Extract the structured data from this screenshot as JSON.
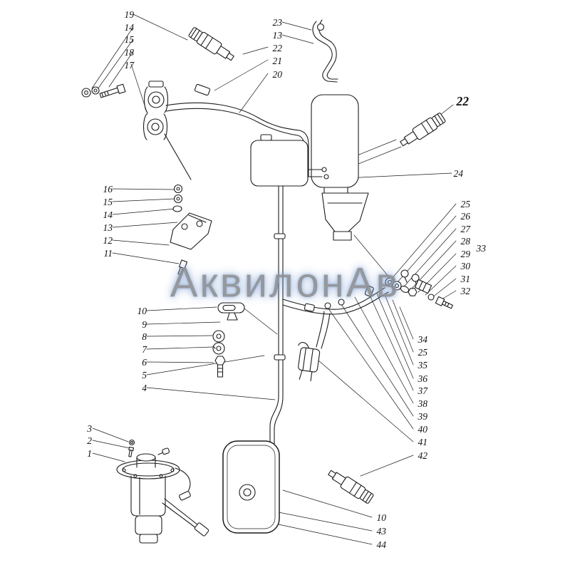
{
  "watermark": {
    "text": "АквилонАв"
  },
  "colors": {
    "background": "#ffffff",
    "line": "#1c1c1c",
    "watermark_gray": "#8d9095",
    "watermark_glow": "#6892cc"
  },
  "labels": {
    "top_left": [
      "19",
      "14",
      "15",
      "18",
      "17"
    ],
    "top_mid": [
      "23",
      "13",
      "22",
      "21",
      "20"
    ],
    "right_sensor": "22",
    "right_pipe": "24",
    "right_col": [
      "25",
      "26",
      "27",
      "28",
      "29",
      "30",
      "31",
      "32"
    ],
    "right_group": "33",
    "left_col": [
      "16",
      "15",
      "14",
      "13",
      "12",
      "11"
    ],
    "mid_left_col": [
      "10",
      "9",
      "8",
      "7",
      "6",
      "5",
      "4"
    ],
    "right_lower_col": [
      "34",
      "25",
      "35",
      "36",
      "37",
      "38",
      "39",
      "40",
      "41",
      "42"
    ],
    "bottom_left": [
      "3",
      "2",
      "1"
    ],
    "bottom_right": [
      "10",
      "43",
      "44"
    ]
  }
}
